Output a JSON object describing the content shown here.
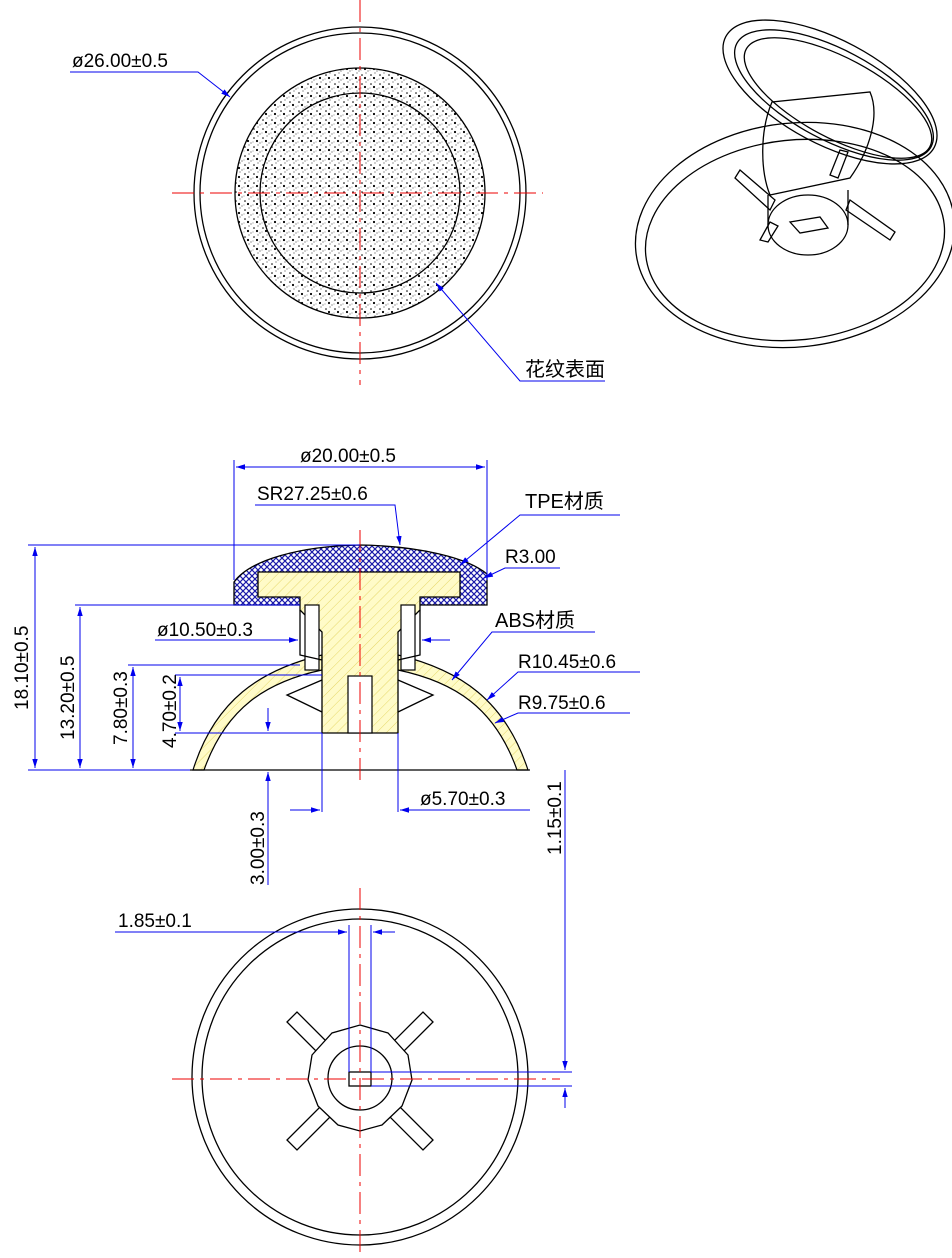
{
  "top_view": {
    "dia_label": "ø26.00±0.5",
    "texture_label": "花纹表面"
  },
  "section_view": {
    "top_dia": "ø20.00±0.5",
    "sr": "SR27.25±0.6",
    "tpe": "TPE材质",
    "r3": "R3.00",
    "stem_dia": "ø10.50±0.3",
    "abs": "ABS材质",
    "r1045": "R10.45±0.6",
    "r975": "R9.75±0.6",
    "h_total": "18.10±0.5",
    "h_1320": "13.20±0.5",
    "h_780": "7.80±0.3",
    "h_470": "4.70±0.2",
    "h_300": "3.00±0.3",
    "hole_dia": "ø5.70±0.3"
  },
  "bottom_view": {
    "w_185": "1.85±0.1",
    "h_115": "1.15±0.1"
  },
  "colors": {
    "outline": "#000000",
    "dimension": "#0000ee",
    "centerline": "#ee0000",
    "abs_fill": "#fffbc8",
    "tpe_fill": "#1a1aa8"
  }
}
